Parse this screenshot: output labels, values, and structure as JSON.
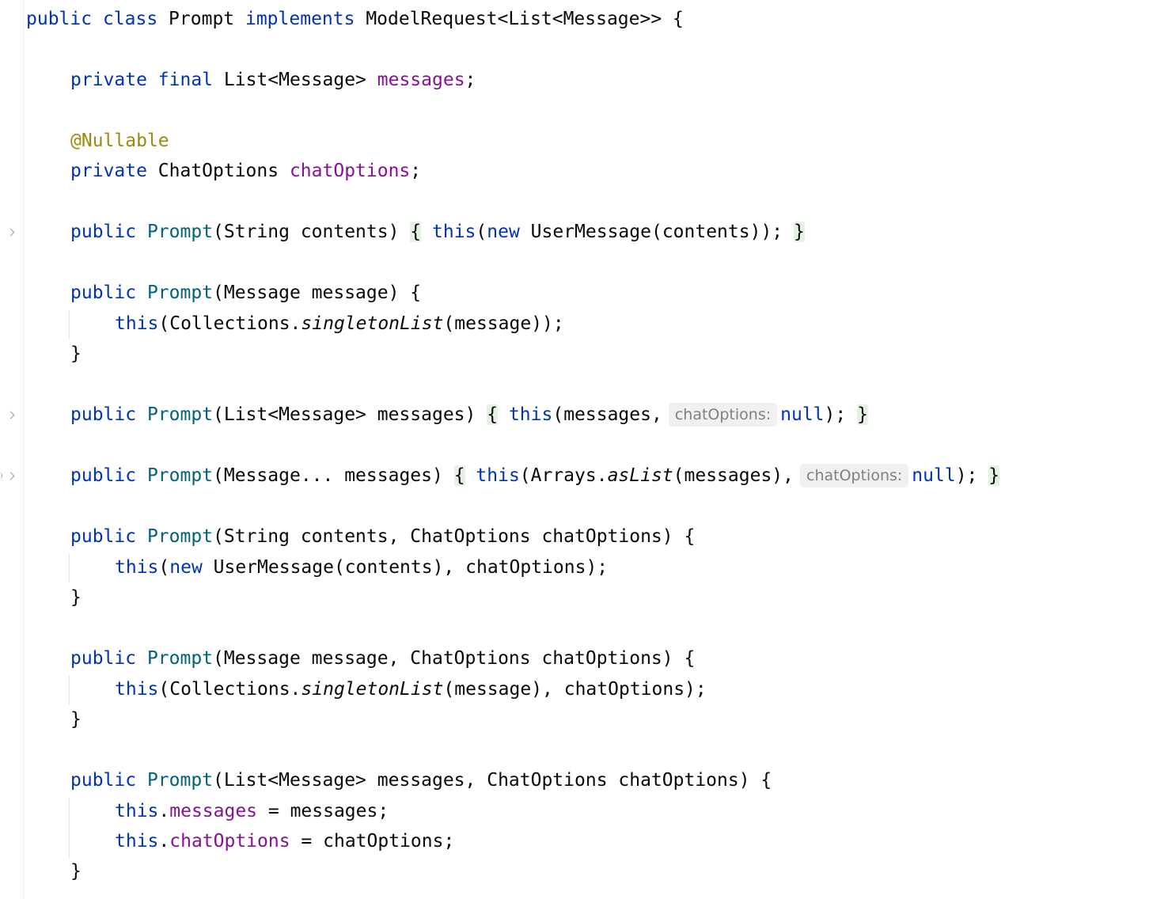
{
  "editor": {
    "language": "Java",
    "colors": {
      "keyword": "#0033b3",
      "field": "#871094",
      "method": "#00627a",
      "annotation": "#9e880d",
      "text": "#080808",
      "brace_highlight": "#e5f2e3",
      "hint_bg": "#f0f0f0",
      "hint_text": "#808080"
    },
    "code": {
      "l1": {
        "public": "public",
        "class": "class",
        "name": " Prompt ",
        "implements": "implements",
        "rest": " ModelRequest<List<Message>> {"
      },
      "l2": {
        "private": "private",
        "final": "final",
        "type": " List<Message> ",
        "field": "messages",
        "end": ";"
      },
      "l3": {
        "annotation": "@Nullable"
      },
      "l4": {
        "private": "private",
        "type": " ChatOptions ",
        "field": "chatOptions",
        "end": ";"
      },
      "l5": {
        "public": "public",
        "ctor": "Prompt",
        "params": "(String contents) ",
        "open": "{",
        "this": "this",
        "p1": "(",
        "new": "new",
        "call": " UserMessage(contents));",
        "close": "}"
      },
      "l6": {
        "public": "public",
        "ctor": "Prompt",
        "params": "(Message message) {"
      },
      "l7": {
        "this": "this",
        "p1": "(Collections.",
        "method": "singletonList",
        "rest": "(message));"
      },
      "l8": {
        "close": "}"
      },
      "l9": {
        "public": "public",
        "ctor": "Prompt",
        "params": "(List<Message> messages) ",
        "open": "{",
        "this": "this",
        "args": "(messages,",
        "hint": "chatOptions:",
        "null": "null",
        "end": ");",
        "close": "}"
      },
      "l10": {
        "public": "public",
        "ctor": "Prompt",
        "params": "(Message... messages) ",
        "open": "{",
        "this": "this",
        "p1": "(Arrays.",
        "method": "asList",
        "args": "(messages),",
        "hint": "chatOptions:",
        "null": "null",
        "end": ");",
        "close": "}"
      },
      "l11": {
        "public": "public",
        "ctor": "Prompt",
        "params": "(String contents, ChatOptions chatOptions) {"
      },
      "l12": {
        "this": "this",
        "p1": "(",
        "new": "new",
        "rest": " UserMessage(contents), chatOptions);"
      },
      "l13": {
        "close": "}"
      },
      "l14": {
        "public": "public",
        "ctor": "Prompt",
        "params": "(Message message, ChatOptions chatOptions) {"
      },
      "l15": {
        "this": "this",
        "p1": "(Collections.",
        "method": "singletonList",
        "rest": "(message), chatOptions);"
      },
      "l16": {
        "close": "}"
      },
      "l17": {
        "public": "public",
        "ctor": "Prompt",
        "params": "(List<Message> messages, ChatOptions chatOptions) {"
      },
      "l18": {
        "this": "this",
        "dot": ".",
        "field": "messages",
        "rest": " = messages;"
      },
      "l19": {
        "this": "this",
        "dot": ".",
        "field": "chatOptions",
        "rest": " = chatOptions;"
      },
      "l20": {
        "close": "}"
      }
    }
  }
}
